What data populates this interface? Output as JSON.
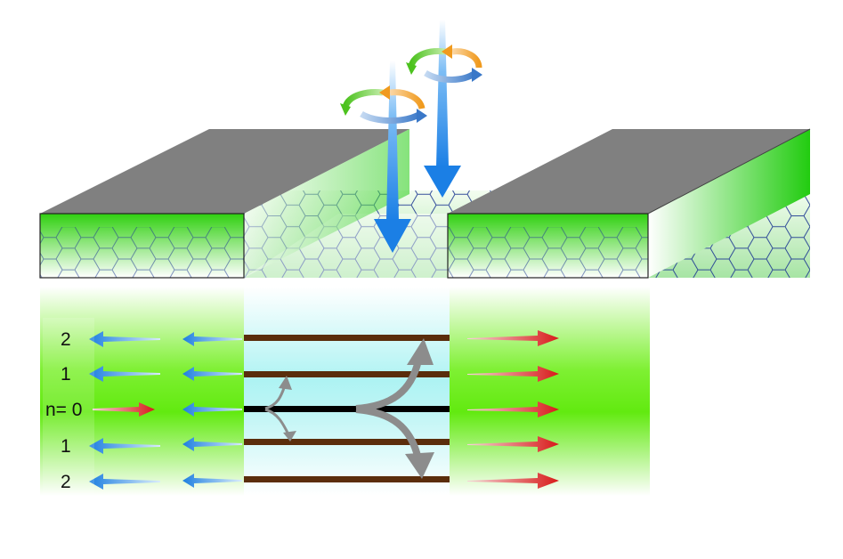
{
  "labels": {
    "mode_2_top": "2",
    "mode_1_top": "1",
    "mode_0": "n= 0",
    "mode_1_bottom": "1",
    "mode_2_bottom": "2"
  },
  "colors": {
    "contact_green": "#3ad615",
    "contact_top": "#808080",
    "lattice_stroke": "#1f3a93",
    "channel_cyan": "#aef3f3",
    "level_brown": "#5a2d0c",
    "level_zero": "#000000",
    "arrow_blue": "#1e7fe0",
    "arrow_red": "#d81a1a",
    "arrow_gray": "#8c8c8c",
    "rot_green": "#4cc21e",
    "rot_orange": "#f09a1e",
    "rot_blue": "#3a78c8"
  },
  "icons": [
    "incident-beam-arrow-icon",
    "rotation-arrow-icon",
    "transmitted-arrow-icon",
    "reflected-arrow-icon"
  ]
}
